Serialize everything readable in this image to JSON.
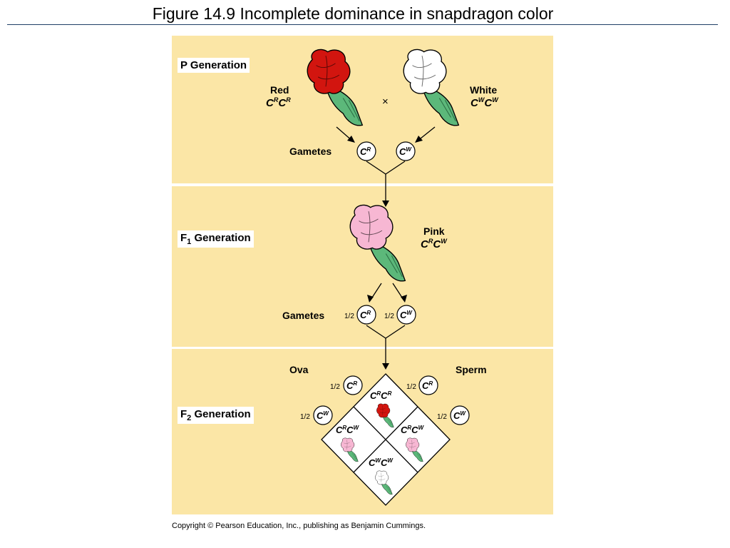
{
  "title": "Figure 14.9  Incomplete dominance in snapdragon color",
  "copyright": "Copyright © Pearson Education, Inc., publishing as Benjamin Cummings.",
  "p_generation": {
    "label": "P Generation",
    "red": {
      "phenotype": "Red",
      "genotype": [
        "C",
        "R",
        "C",
        "R"
      ]
    },
    "white": {
      "phenotype": "White",
      "genotype": [
        "C",
        "W",
        "C",
        "W"
      ]
    },
    "cross_symbol": "×",
    "gametes_label": "Gametes",
    "gametes": [
      {
        "base": "C",
        "sup": "R"
      },
      {
        "base": "C",
        "sup": "W"
      }
    ]
  },
  "f1_generation": {
    "label_prefix": "F",
    "label_sub": "1",
    "label_suffix": " Generation",
    "pink": {
      "phenotype": "Pink",
      "genotype": [
        "C",
        "R",
        "C",
        "W"
      ]
    },
    "gametes_label": "Gametes",
    "gametes": [
      {
        "fraction": "1/2",
        "base": "C",
        "sup": "R"
      },
      {
        "fraction": "1/2",
        "base": "C",
        "sup": "W"
      }
    ]
  },
  "f2_generation": {
    "label_prefix": "F",
    "label_sub": "2",
    "label_suffix": " Generation",
    "ova_label": "Ova",
    "sperm_label": "Sperm",
    "ova": [
      {
        "fraction": "1/2",
        "base": "C",
        "sup": "R"
      },
      {
        "fraction": "1/2",
        "base": "C",
        "sup": "W"
      }
    ],
    "sperm": [
      {
        "fraction": "1/2",
        "base": "C",
        "sup": "R"
      },
      {
        "fraction": "1/2",
        "base": "C",
        "sup": "W"
      }
    ],
    "cells": {
      "top": [
        "C",
        "R",
        "C",
        "R"
      ],
      "left": [
        "C",
        "R",
        "C",
        "W"
      ],
      "right": [
        "C",
        "R",
        "C",
        "W"
      ],
      "bottom": [
        "C",
        "W",
        "C",
        "W"
      ]
    }
  },
  "colors": {
    "panel": "#fbe6a6",
    "red_flower": "#d2150f",
    "white_flower": "#ffffff",
    "pink_flower": "#f7b7d3",
    "stem": "#5cb87a"
  }
}
